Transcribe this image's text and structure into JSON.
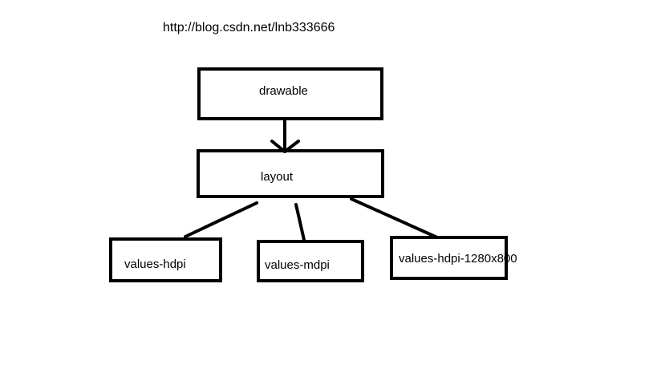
{
  "caption": "http://blog.csdn.net/lnb333666",
  "nodes": {
    "drawable": "drawable",
    "layout": "layout",
    "values_hdpi": "values-hdpi",
    "values_mdpi": "values-mdpi",
    "values_hdpi_1280x800": "values-hdpi-1280x800"
  },
  "colors": {
    "stroke": "#000000",
    "background": "#ffffff"
  }
}
